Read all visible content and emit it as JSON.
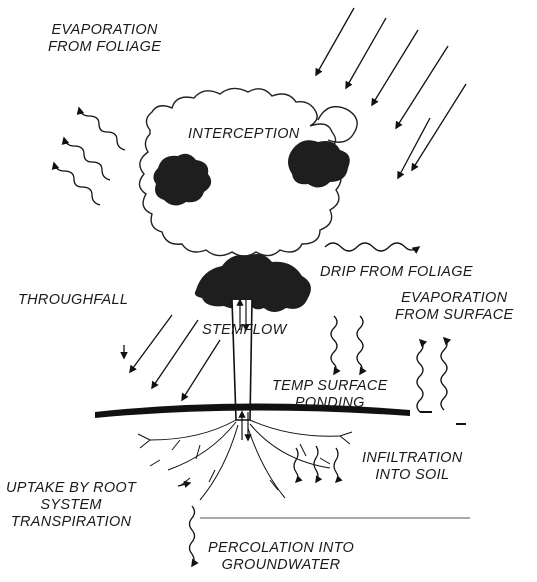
{
  "labels": {
    "evap_foliage": [
      "EVAPORATION",
      "FROM FOLIAGE"
    ],
    "interception": "INTERCEPTION",
    "drip": "DRIP FROM FOLIAGE",
    "throughfall": "THROUGHFALL",
    "stemflow": "STEMFLOW",
    "evap_surface": [
      "EVAPORATION",
      "FROM SURFACE"
    ],
    "ponding": [
      "TEMP SURFACE",
      "PONDING"
    ],
    "infiltration": [
      "INFILTRATION",
      "INTO SOIL"
    ],
    "uptake": [
      "UPTAKE BY ROOT",
      "SYSTEM",
      "TRANSPIRATION"
    ],
    "percolation": [
      "PERCOLATION INTO",
      "GROUNDWATER"
    ]
  },
  "colors": {
    "ink": "#111111",
    "foliage": "#1e1e1e",
    "background": "#ffffff"
  }
}
